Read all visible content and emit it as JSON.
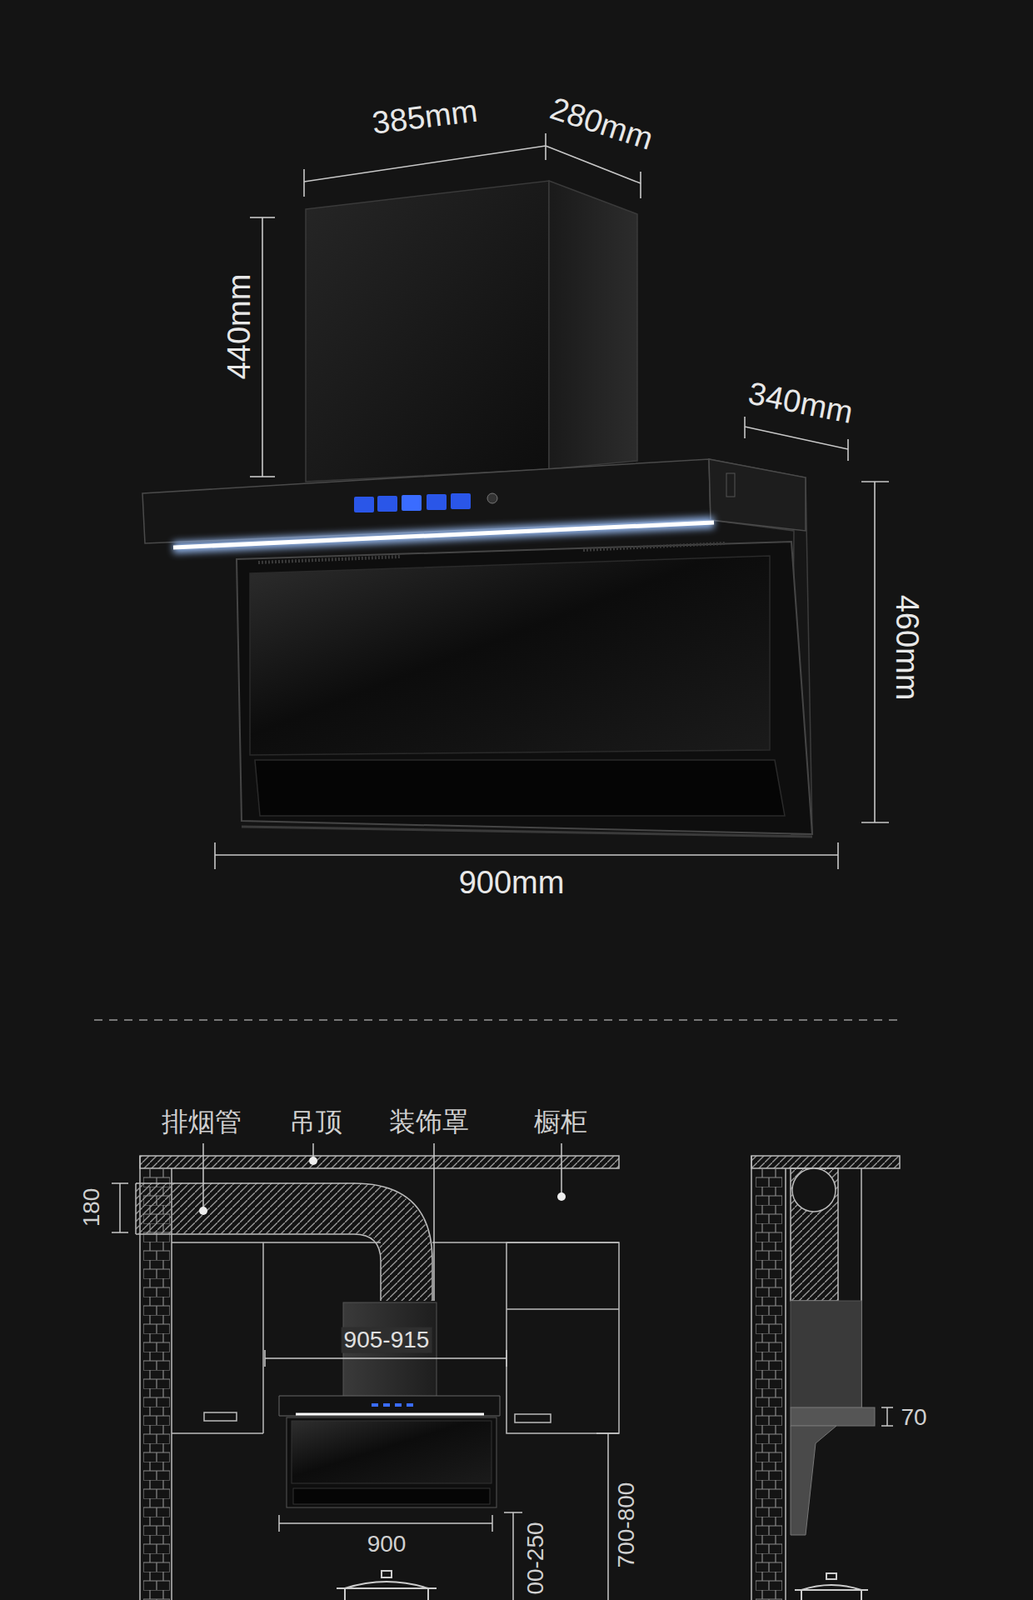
{
  "diagram": {
    "labels": [
      "385mm",
      "280mm",
      "440mm",
      "340mm",
      "460mm",
      "900mm",
      "排烟管",
      "吊顶",
      "装饰罩",
      "橱柜",
      "180",
      "905-915",
      "70",
      "900",
      "700-800",
      "00-250"
    ]
  }
}
